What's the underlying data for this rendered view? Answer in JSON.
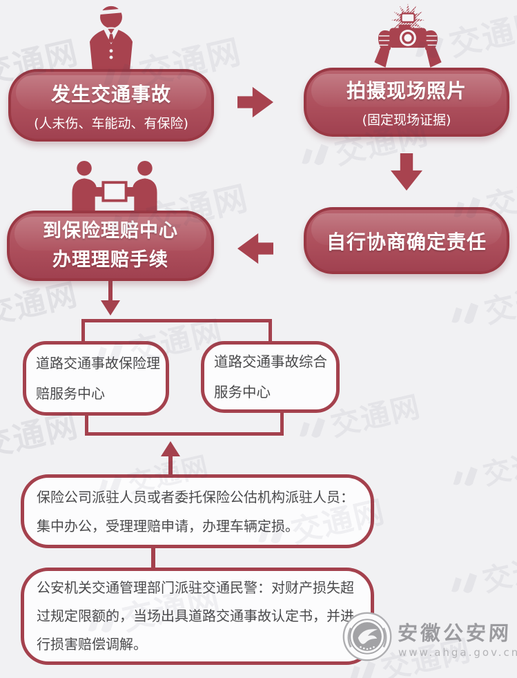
{
  "watermark": {
    "text": "交通网"
  },
  "steps": {
    "accident": {
      "title": "发生交通事故",
      "subtitle": "(人未伤、车能动、有保险)"
    },
    "photo": {
      "title": "拍摄现场照片",
      "subtitle": "(固定现场证据)"
    },
    "negotiate": {
      "title": "自行协商确定责任"
    },
    "claim": {
      "line1": "到保险理赔中心",
      "line2": "办理理赔手续"
    }
  },
  "centers": {
    "insurance_center": {
      "line1": "道路交通事故保险理",
      "line2": "赔服务中心"
    },
    "comprehensive_center": {
      "line1": "道路交通事故综合",
      "line2": "服务中心"
    }
  },
  "notes": {
    "insurance_staff": {
      "line1": "保险公司派驻人员或者委托保险公估机构派驻人员：",
      "line2": "集中办公，受理理赔申请，办理车辆定损。"
    },
    "police": {
      "line1": "公安机关交通管理部门派驻交通民警：对财产损失超",
      "line2": "过规定限额的，当场出具道路交通事故认定书，并进",
      "line3": "行损害赔偿调解。"
    }
  },
  "footer": {
    "site_name": "安徽公安网",
    "site_url": "www.ahga.gov.cn"
  },
  "colors": {
    "background": "#f1f1f3",
    "box_border": "#9a3844",
    "box_fill_top": "#b8626d",
    "box_fill_bottom": "#a04150",
    "outline_border": "#a4414d",
    "arrow": "#a8434f",
    "note_text": "#4a4a4c",
    "footer_grey": "#9b9b9f"
  },
  "icons": {
    "person": "person-icon",
    "camera": "camera-flash-icon",
    "handover": "two-people-document-icon",
    "emblem": "police-site-emblem"
  }
}
